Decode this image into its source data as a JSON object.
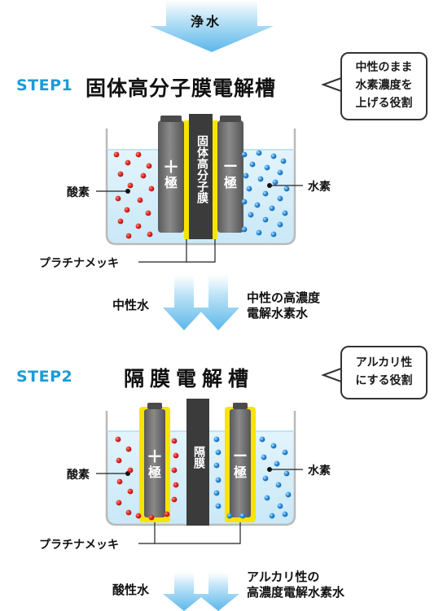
{
  "top_arrow_label": "浄水",
  "step1": {
    "step_label": "STEP1",
    "title": "固体高分子膜電解槽",
    "callout": [
      "中性のまま",
      "水素濃度を",
      "上げる役割"
    ],
    "membrane_text": "固体高分子膜",
    "plus_electrode": [
      "＋",
      "極"
    ],
    "minus_electrode": [
      "ー",
      "極"
    ],
    "left_label": "酸素",
    "right_label": "水素",
    "plating_label": "プラチナメッキ",
    "output_left": "中性水",
    "output_right": [
      "中性の高濃度",
      "電解水素水"
    ]
  },
  "step2": {
    "step_label": "STEP2",
    "title": "隔膜電解槽",
    "callout": [
      "アルカリ性",
      "にする役割"
    ],
    "membrane_text": "隔膜",
    "plus_electrode": [
      "＋",
      "極"
    ],
    "minus_electrode": [
      "ー",
      "極"
    ],
    "left_label": "酸素",
    "right_label": "水素",
    "plating_label": "プラチナメッキ",
    "output_left": "酸性水",
    "output_right": [
      "アルカリ性の",
      "高濃度電解水素水"
    ]
  },
  "colors": {
    "accent_blue": "#1b9bd8",
    "oxygen_red": "#d8261f",
    "hydrogen_blue": "#1e7fd0",
    "platinum_yellow": "#f7e400",
    "electrode_gray": "#6e6e6e",
    "membrane_dark": "#3d3d3d",
    "water": "#d6eef9"
  }
}
